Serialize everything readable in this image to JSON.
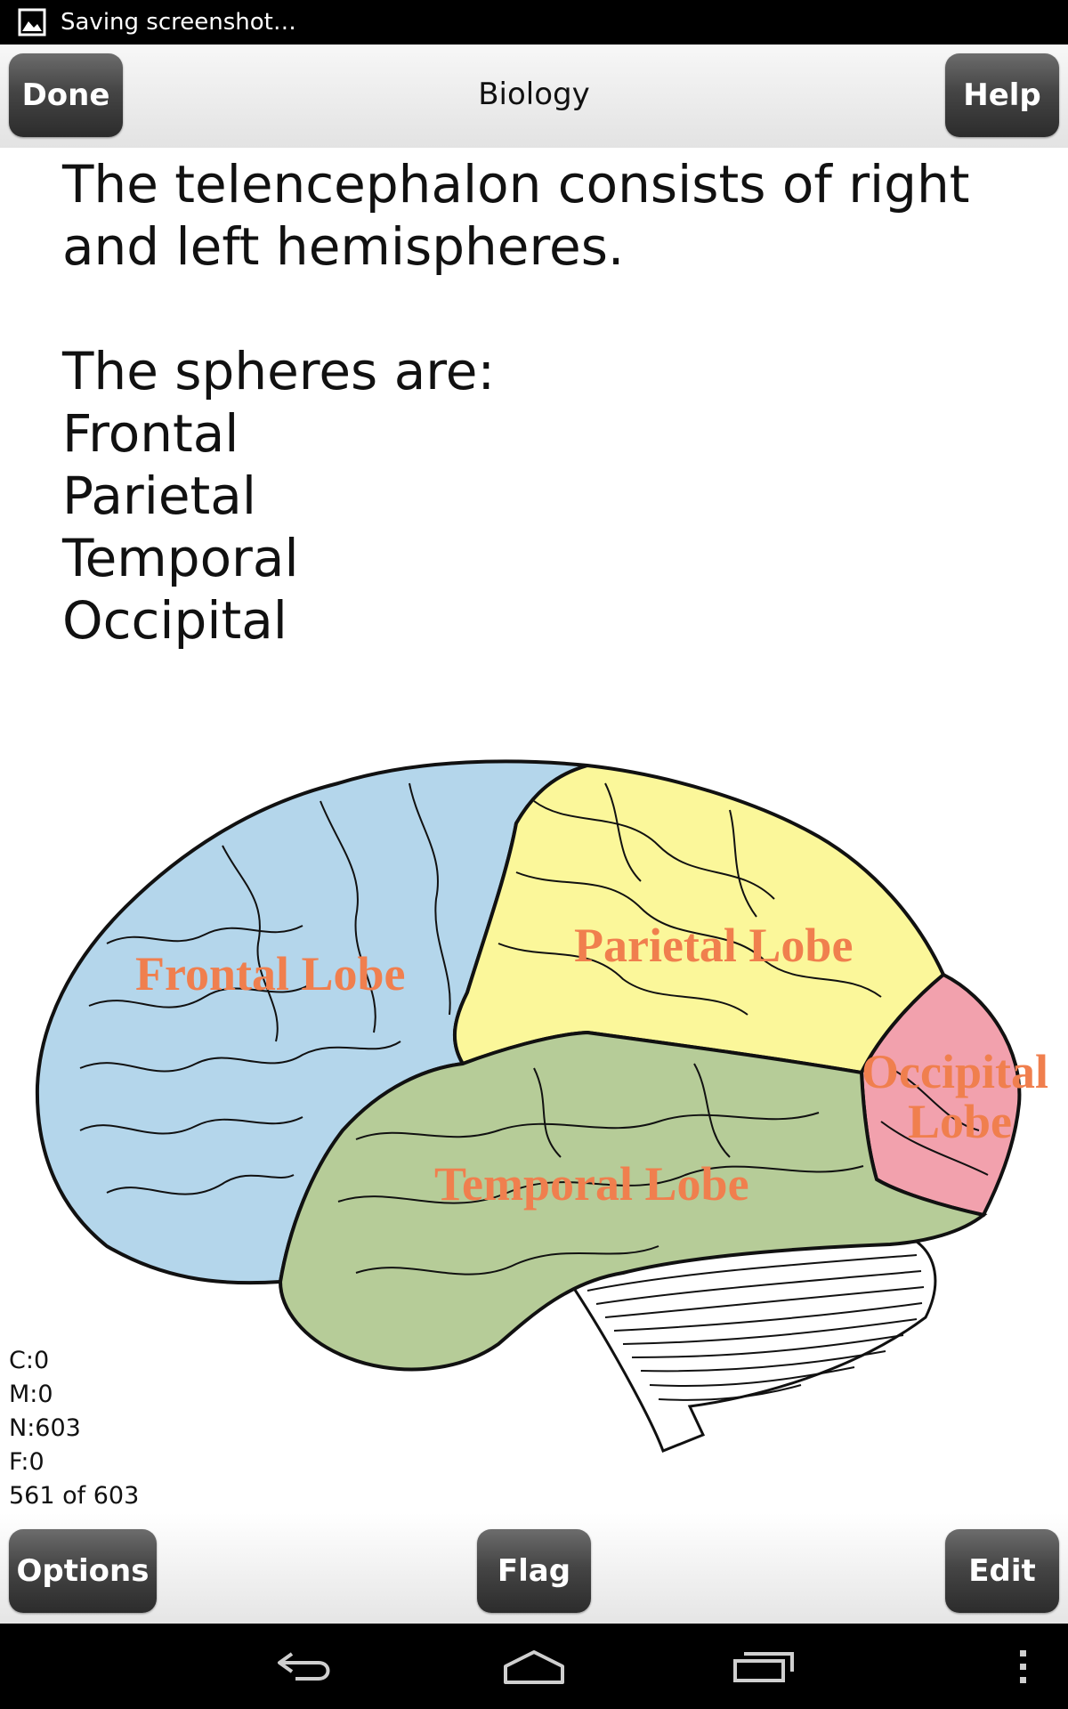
{
  "status_bar": {
    "text": "Saving screenshot…"
  },
  "top_bar": {
    "done_label": "Done",
    "title": "Biology",
    "help_label": "Help"
  },
  "card": {
    "lines": [
      "The telencephalon consists of right",
      "and left hemispheres.",
      "",
      "The spheres are:",
      "Frontal",
      "Parietal",
      "Temporal",
      "Occipital"
    ]
  },
  "diagram": {
    "labels": {
      "frontal": "Frontal Lobe",
      "parietal": "Parietal Lobe",
      "temporal": "Temporal Lobe",
      "occipital_1": "Occipital",
      "occipital_2": "Lobe"
    },
    "colors": {
      "frontal": "#b4d6eb",
      "parietal": "#fbf79a",
      "temporal": "#b6cc98",
      "occipital": "#f2a1ad",
      "label": "#f07f4e"
    }
  },
  "counters": {
    "c": "C:0",
    "m": "M:0",
    "n": "N:603",
    "f": "F:0",
    "position": "561 of 603"
  },
  "bottom_bar": {
    "options_label": "Options",
    "flag_label": "Flag",
    "edit_label": "Edit"
  },
  "nav_bar": {
    "icons": [
      "back-icon",
      "home-icon",
      "recents-icon",
      "menu-icon"
    ]
  }
}
